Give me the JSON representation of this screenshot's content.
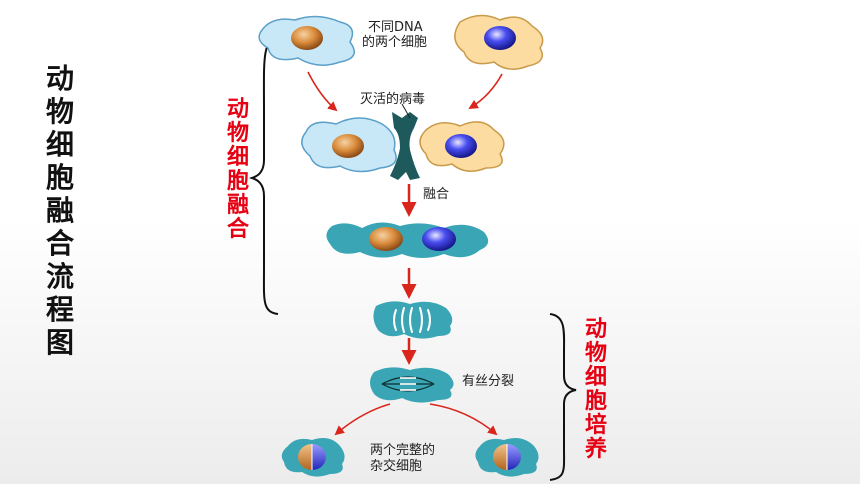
{
  "title": "动物细胞融合流程图",
  "brace_left_label": "动物细胞融合",
  "brace_right_label": "动物细胞培养",
  "labels": {
    "different_dna": "不同DNA",
    "two_cells": "的两个细胞",
    "inactivated_virus": "灭活的病毒",
    "fusion": "融合",
    "mitosis": "有丝分裂",
    "two_complete": "两个完整的",
    "hybrid_cells": "杂交细胞"
  },
  "colors": {
    "title": "#111111",
    "red_labels": "#e60012",
    "cell_blue": "#c9e8f7",
    "cell_yellow": "#fcdca0",
    "cell_teal": "#3aa6b5",
    "virus": "#1e5a5c",
    "arrow": "#d9261c"
  }
}
